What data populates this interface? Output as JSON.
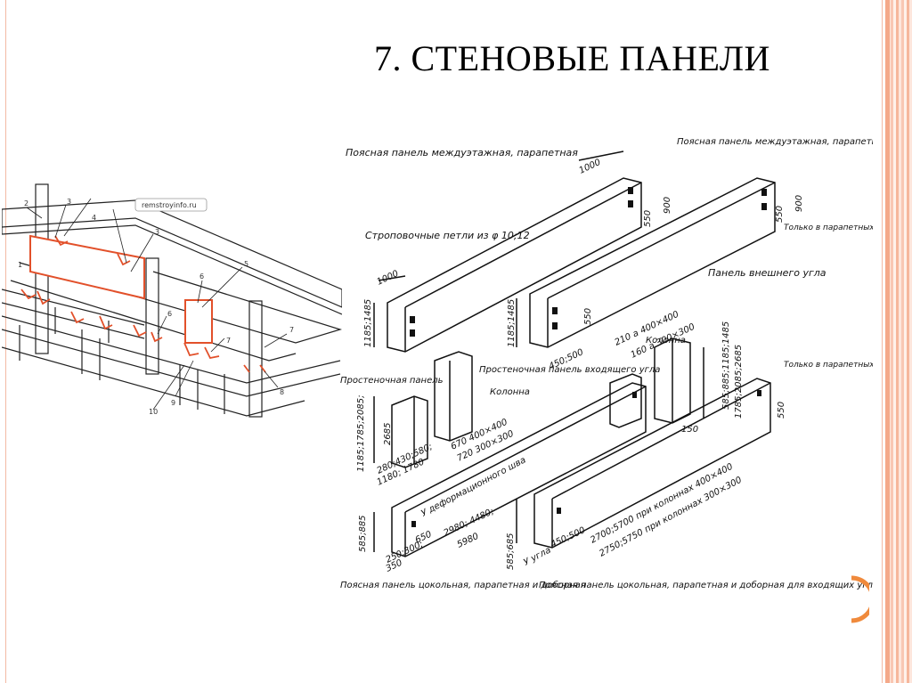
{
  "slide": {
    "title": "7. СТЕНОВЫЕ ПАНЕЛИ"
  },
  "left_figure": {
    "watermark": "remstroyinfo.ru",
    "callouts": [
      "1",
      "2",
      "3",
      "4",
      "3",
      "5",
      "6",
      "6",
      "7",
      "8",
      "9",
      "10",
      "7"
    ]
  },
  "right_figure": {
    "labels": {
      "belt_parapet": "Поясная панель междуэтажная, парапетная",
      "belt_corner": "Поясная панель междуэтажная, парапетная для входящих углов здания",
      "lifting_loops": "Строповочные петли из φ 10;12",
      "outer_corner": "Панель внешнего угла",
      "only_parapet_1": "Только в парапетных панелях",
      "only_parapet_2": "Только в парапетных панелях",
      "column_panel": "Колонна",
      "pier_panel": "Простеночная панель",
      "pier_inner": "Простеночная панель входящего угла",
      "column_label": "Колонна",
      "plinth_panel": "Поясная панель цокольная, парапетная и доборная",
      "plinth_corner": "Поясная панель цокольная, парапетная и доборная для входящих углов здания",
      "deform_seam": "У деформационного шва",
      "at_corner": "У угла"
    },
    "dimensions": {
      "d1000a": "1000",
      "d1000b": "1000",
      "d900a": "900",
      "d550a": "550",
      "d900b": "900",
      "d550b": "550",
      "d1185": "1185;1485",
      "d1185b": "1185;1485",
      "d450": "450;500",
      "d550c": "550",
      "d210": "210 a 400×400",
      "d160": "160 a 300×300",
      "d585": "585;885;1185;1485",
      "d1785": "1785;2085;2685",
      "d150": "150",
      "d550d": "550",
      "d1185c": "1185;1785;2085;",
      "d2685": "2685",
      "d670": "670 400×400",
      "d720": "720 300×300",
      "d280": "280;430;580;",
      "d1180": "1180; 1780",
      "d585b": "585;885",
      "d650": "650",
      "d2980": "2980; 4480;",
      "d5980": "5980",
      "d250": "250;300;",
      "d350": "350",
      "d585c": "585;685",
      "d450b": "450;500",
      "d2700": "2700;5700 при колоннах 400×400",
      "d2750": "2750;5750 при колоннах 300×300"
    }
  }
}
